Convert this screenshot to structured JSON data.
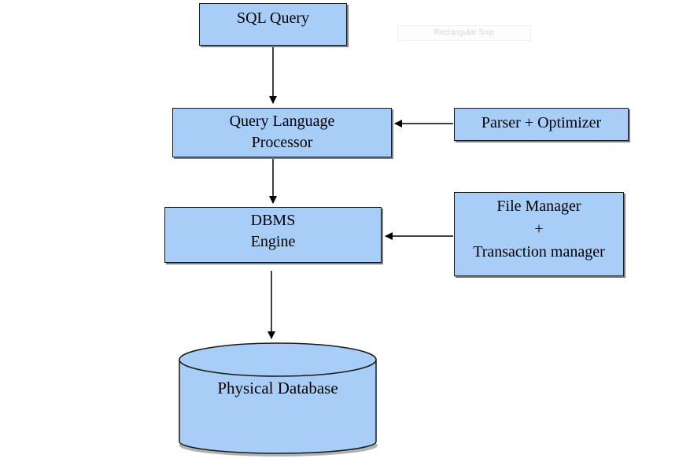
{
  "nodes": {
    "sql_query": {
      "lines": [
        "SQL Query"
      ]
    },
    "query_language_processor": {
      "lines": [
        "Query Language",
        "Processor"
      ]
    },
    "parser_optimizer": {
      "lines": [
        "Parser + Optimizer"
      ]
    },
    "dbms_engine": {
      "lines": [
        "DBMS",
        "Engine"
      ]
    },
    "file_transaction_manager": {
      "lines": [
        "File Manager",
        "+",
        "Transaction manager"
      ]
    },
    "physical_database": {
      "label": "Physical Database"
    }
  },
  "snip_watermark": "Rectangular Snip",
  "colors": {
    "box_fill": "#a8cdf7",
    "box_border": "#1a1a1a",
    "shadow": "#7f7f7f",
    "arrow": "#000000"
  }
}
